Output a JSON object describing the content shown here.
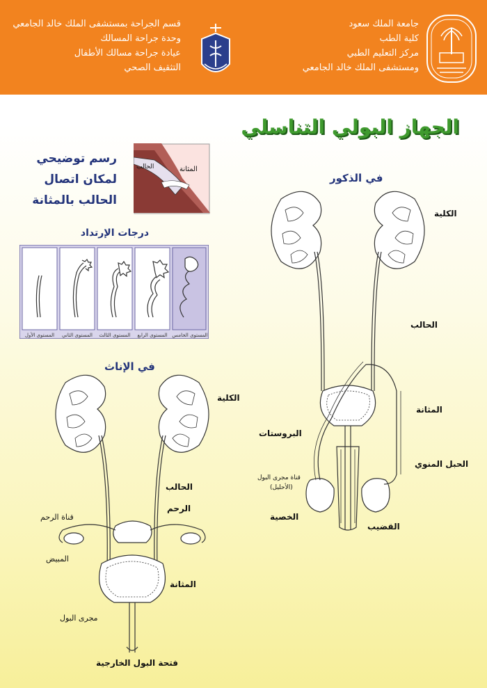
{
  "header": {
    "right_lines": [
      "جامعة الملك سعود",
      "كلية الطب",
      "مركز التعليم الطبي",
      "ومستشفى الملك خالد الجامعي"
    ],
    "left_lines": [
      "قسم الجراحة بمستشفى الملك خالد الجامعي",
      "وحدة جراحة المسالك",
      "عيادة جراحة مسالك الأطفال",
      "التثقيف الصحي"
    ],
    "colors": {
      "header_bg": "#f2831f",
      "title_green": "#3f9a2e",
      "caption_blue": "#22337a"
    }
  },
  "title": "الجهاز البولي التناسلي",
  "illustration": {
    "caption_lines": [
      "رسم توضيحي",
      "لمكان اتصال",
      "الحالب بالمثانة"
    ],
    "inset_labels": {
      "bladder": "المثانة",
      "ureter": "الحالب"
    }
  },
  "reflux": {
    "title": "درجات الإرتداد",
    "grades": [
      "المستوى الخامس",
      "المستوى الرابع",
      "المستوى الثالث",
      "المستوى الثاني",
      "المستوى الأول"
    ]
  },
  "male": {
    "title": "في الذكور",
    "labels": {
      "kidney": "الكلية",
      "ureter": "الحالب",
      "bladder": "المثانة",
      "prostate": "البروستات",
      "spermatic_cord": "الحبل المنوي",
      "urethra": "قناة مجرى البول",
      "urethra_note": "(الأحليل)",
      "testis": "الخصية",
      "penis": "القضيب"
    }
  },
  "female": {
    "title": "في الإناث",
    "labels": {
      "kidney": "الكلية",
      "ureter": "الحالب",
      "uterus": "الرحم",
      "fallopian_tube": "قناة الرحم",
      "ovary": "المبيض",
      "bladder": "المثانة",
      "urethra": "مجرى البول",
      "meatus": "فتحة البول الخارجية"
    }
  }
}
